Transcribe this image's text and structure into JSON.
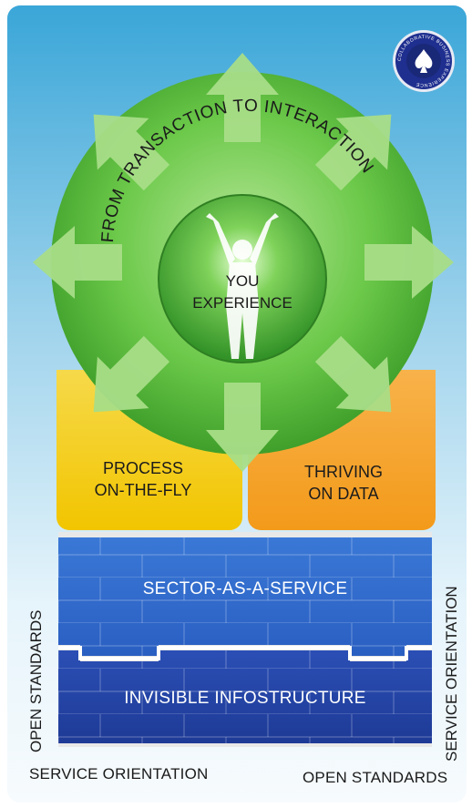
{
  "hub": {
    "arc_text": "FROM TRANSACTION TO INTERACTION",
    "center_line1": "YOU",
    "center_line2": "EXPERIENCE"
  },
  "panels": {
    "left_line1": "PROCESS",
    "left_line2": "ON-THE-FLY",
    "right_line1": "THRIVING",
    "right_line2": "ON DATA"
  },
  "bands": {
    "upper": "SECTOR-AS-A-SERVICE",
    "lower": "INVISIBLE INFOSTRUCTURE"
  },
  "side_labels": {
    "left_vertical": "OPEN STANDARDS",
    "right_vertical": "SERVICE ORIENTATION",
    "bottom_left": "SERVICE ORIENTATION",
    "bottom_right": "OPEN STANDARDS"
  },
  "badge": {
    "ring_text": "COLLABORATIVE BUSINESS EXPERIENCE"
  },
  "colors": {
    "green": "#5cbf3a",
    "green_light": "#a8de88",
    "yellow": "#f2c500",
    "orange": "#f39a1a",
    "blue": "#2a63c4",
    "blue_dark": "#1e3f9e",
    "sky": "#3aa6d8"
  }
}
